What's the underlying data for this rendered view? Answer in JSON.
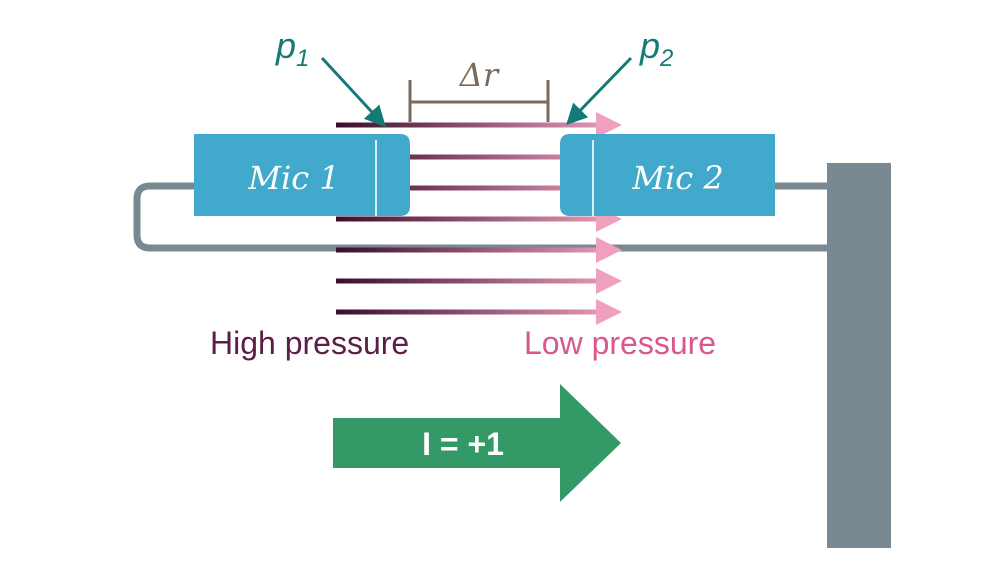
{
  "labels": {
    "p1": "p",
    "p1_sub": "1",
    "p2": "p",
    "p2_sub": "2",
    "delta_r": "Δr",
    "mic1": "Mic 1",
    "mic2": "Mic 2",
    "high_pressure": "High pressure",
    "low_pressure": "Low pressure",
    "intensity": "I = +1"
  },
  "colors": {
    "mic_fill": "#41a9cb",
    "mic_divider": "#d6eef6",
    "cable": "#7a8891",
    "stand": "#7a8891",
    "pointer": "#147a76",
    "label_teal": "#147a76",
    "bracket": "#7a6a5c",
    "high_pressure": "#5c1d47",
    "low_pressure": "#d9568f",
    "gradient_start": "#3a0d2c",
    "gradient_end": "#f0a0bf",
    "intensity_arrow": "#339966",
    "intensity_text": "#ffffff"
  },
  "icons": {
    "flow_arrows": "right-arrow-icon",
    "pointer_arrows": "pointer-arrow-icon",
    "intensity_arrow": "big-right-arrow-icon"
  }
}
